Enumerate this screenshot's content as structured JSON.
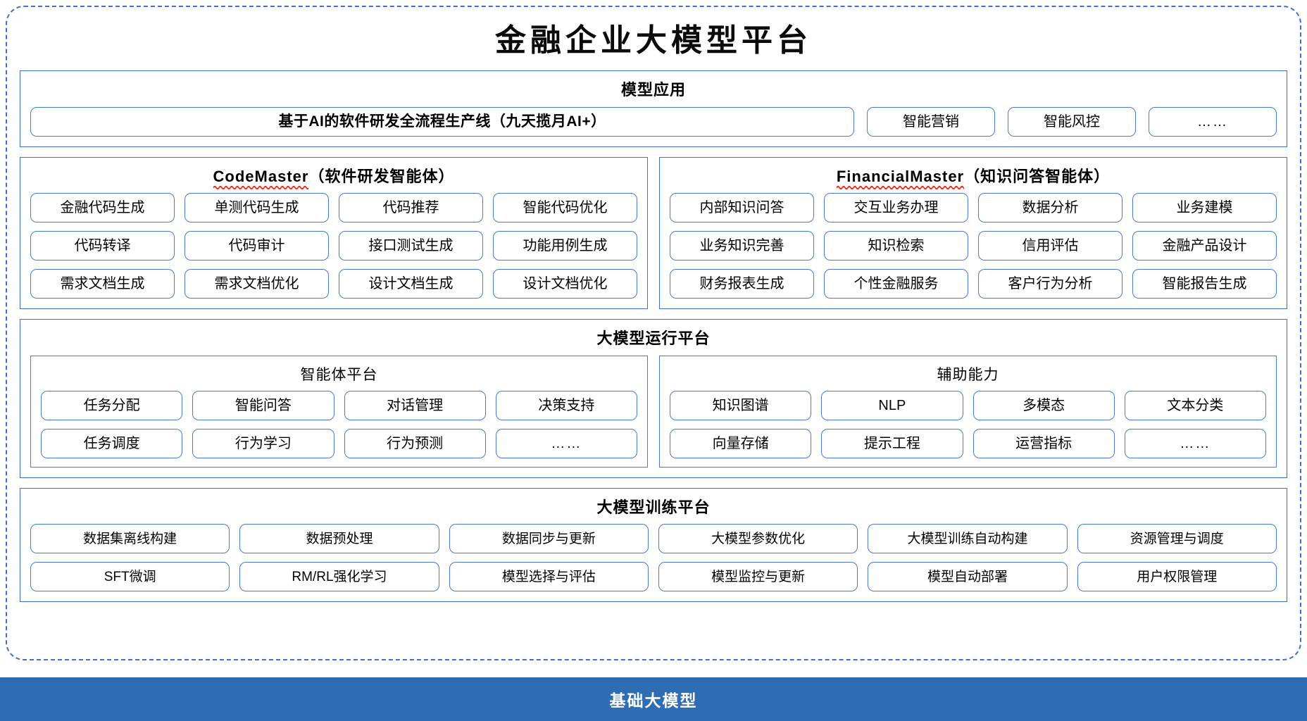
{
  "title": "金融企业大模型平台",
  "model_application": {
    "title": "模型应用",
    "hero": "基于AI的软件研发全流程生产线（九天揽月AI+）",
    "items": [
      "智能营销",
      "智能风控",
      "……"
    ]
  },
  "agents": [
    {
      "name_en": "CodeMaster",
      "name_cn": "（软件研发智能体）",
      "rows": [
        [
          "金融代码生成",
          "单测代码生成",
          "代码推荐",
          "智能代码优化"
        ],
        [
          "代码转译",
          "代码审计",
          "接口测试生成",
          "功能用例生成"
        ],
        [
          "需求文档生成",
          "需求文档优化",
          "设计文档生成",
          "设计文档优化"
        ]
      ]
    },
    {
      "name_en": "FinancialMaster",
      "name_cn": "（知识问答智能体）",
      "rows": [
        [
          "内部知识问答",
          "交互业务办理",
          "数据分析",
          "业务建模"
        ],
        [
          "业务知识完善",
          "知识检索",
          "信用评估",
          "金融产品设计"
        ],
        [
          "财务报表生成",
          "个性金融服务",
          "客户行为分析",
          "智能报告生成"
        ]
      ]
    }
  ],
  "run_platform": {
    "title": "大模型运行平台",
    "panels": [
      {
        "title": "智能体平台",
        "rows": [
          [
            "任务分配",
            "智能问答",
            "对话管理",
            "决策支持"
          ],
          [
            "任务调度",
            "行为学习",
            "行为预测",
            "……"
          ]
        ]
      },
      {
        "title": "辅助能力",
        "rows": [
          [
            "知识图谱",
            "NLP",
            "多模态",
            "文本分类"
          ],
          [
            "向量存储",
            "提示工程",
            "运营指标",
            "……"
          ]
        ]
      }
    ]
  },
  "train_platform": {
    "title": "大模型训练平台",
    "rows": [
      [
        "数据集离线构建",
        "数据预处理",
        "数据同步与更新",
        "大模型参数优化",
        "大模型训练自动构建",
        "资源管理与调度"
      ],
      [
        "SFT微调",
        "RM/RL强化学习",
        "模型选择与评估",
        "模型监控与更新",
        "模型自动部署",
        "用户权限管理"
      ]
    ]
  },
  "base_model": {
    "label": "基础大模型"
  },
  "colors": {
    "border_blue": "#4a79d4",
    "dash_blue": "#3f6fd1",
    "base_bar_blue": "#2e6db4",
    "spellcheck_red": "#ee2b1b"
  }
}
